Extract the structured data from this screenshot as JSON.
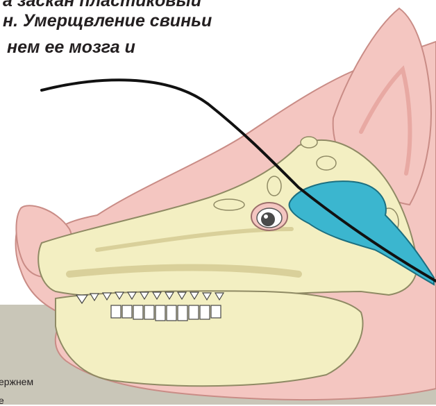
{
  "caption": {
    "line1": "а заскан пластиковый",
    "line2": "н. Умерщвление свиньи",
    "line3": "нем ее мозга и"
  },
  "panel": {
    "line1": "ержнем",
    "line2": "е"
  },
  "colors": {
    "skin": "#f4c6c1",
    "skin_outline": "#c98c86",
    "bone": "#f3efc2",
    "bone_shadow": "#d9d09a",
    "brain": "#3bb6cf",
    "rod": "#111111",
    "panel": "#c9c6b8"
  },
  "icons": {
    "rod": "stun-rod",
    "brain": "pig-brain",
    "eye": "pig-eye"
  }
}
